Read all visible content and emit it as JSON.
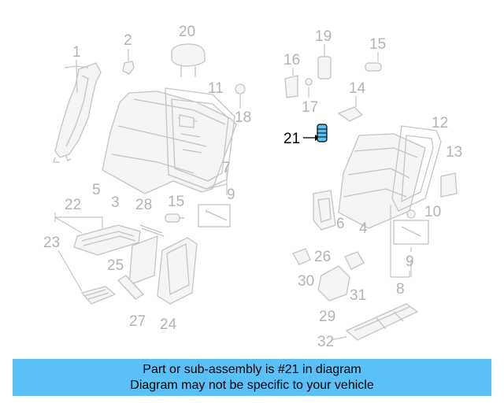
{
  "diagram": {
    "callouts": [
      "1",
      "2",
      "3",
      "4",
      "5",
      "6",
      "7",
      "8",
      "9",
      "9",
      "10",
      "11",
      "12",
      "13",
      "14",
      "15",
      "15",
      "16",
      "17",
      "18",
      "19",
      "20",
      "21",
      "22",
      "23",
      "24",
      "25",
      "26",
      "27",
      "28",
      "29",
      "30",
      "31",
      "32"
    ],
    "highlighted_part": "21",
    "highlight_color": "#5bc0f5"
  },
  "banner": {
    "line1": "Part or sub-assembly is #21 in diagram",
    "line2": "Diagram may not be specific to your vehicle",
    "background": "#5bc0f5"
  }
}
